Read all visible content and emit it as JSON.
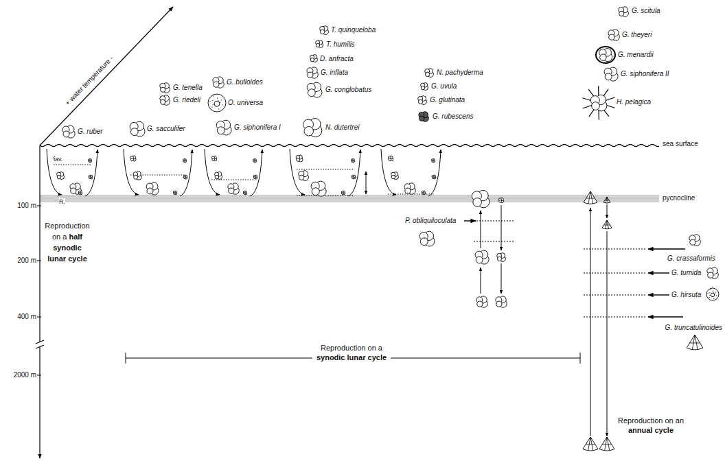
{
  "diagram": {
    "labels": [
      "+ water temperature -",
      "G. ruber",
      "G. tenella",
      "G. riedeli",
      "G. sacculifer",
      "G. bulloides",
      "O. universa",
      "G. siphonifera I",
      "T. quinqueloba",
      "T. humilis",
      "D. anfracta",
      "G. inflata",
      "G. conglobatus",
      "N. dutertrei",
      "N. pachyderma",
      "G. uvula",
      "G. glutinata",
      "G. rubescens",
      "G. scitula",
      "G. theyeri",
      "G. menardii",
      "G. siphonifera II",
      "H. pelagica",
      "sea surface",
      "pycnocline",
      "av.",
      "R.",
      "100 m",
      "200 m",
      "400 m",
      "2000 m",
      "Reproduction on a half synodic lunar cycle",
      "P. obliquiloculata",
      "G. crassaformis",
      "G. tumida",
      "G. hirsuta",
      "G. truncatulinoides",
      "Reproduction on a synodic lunar cycle",
      "Reproduction on an annual cycle"
    ]
  }
}
